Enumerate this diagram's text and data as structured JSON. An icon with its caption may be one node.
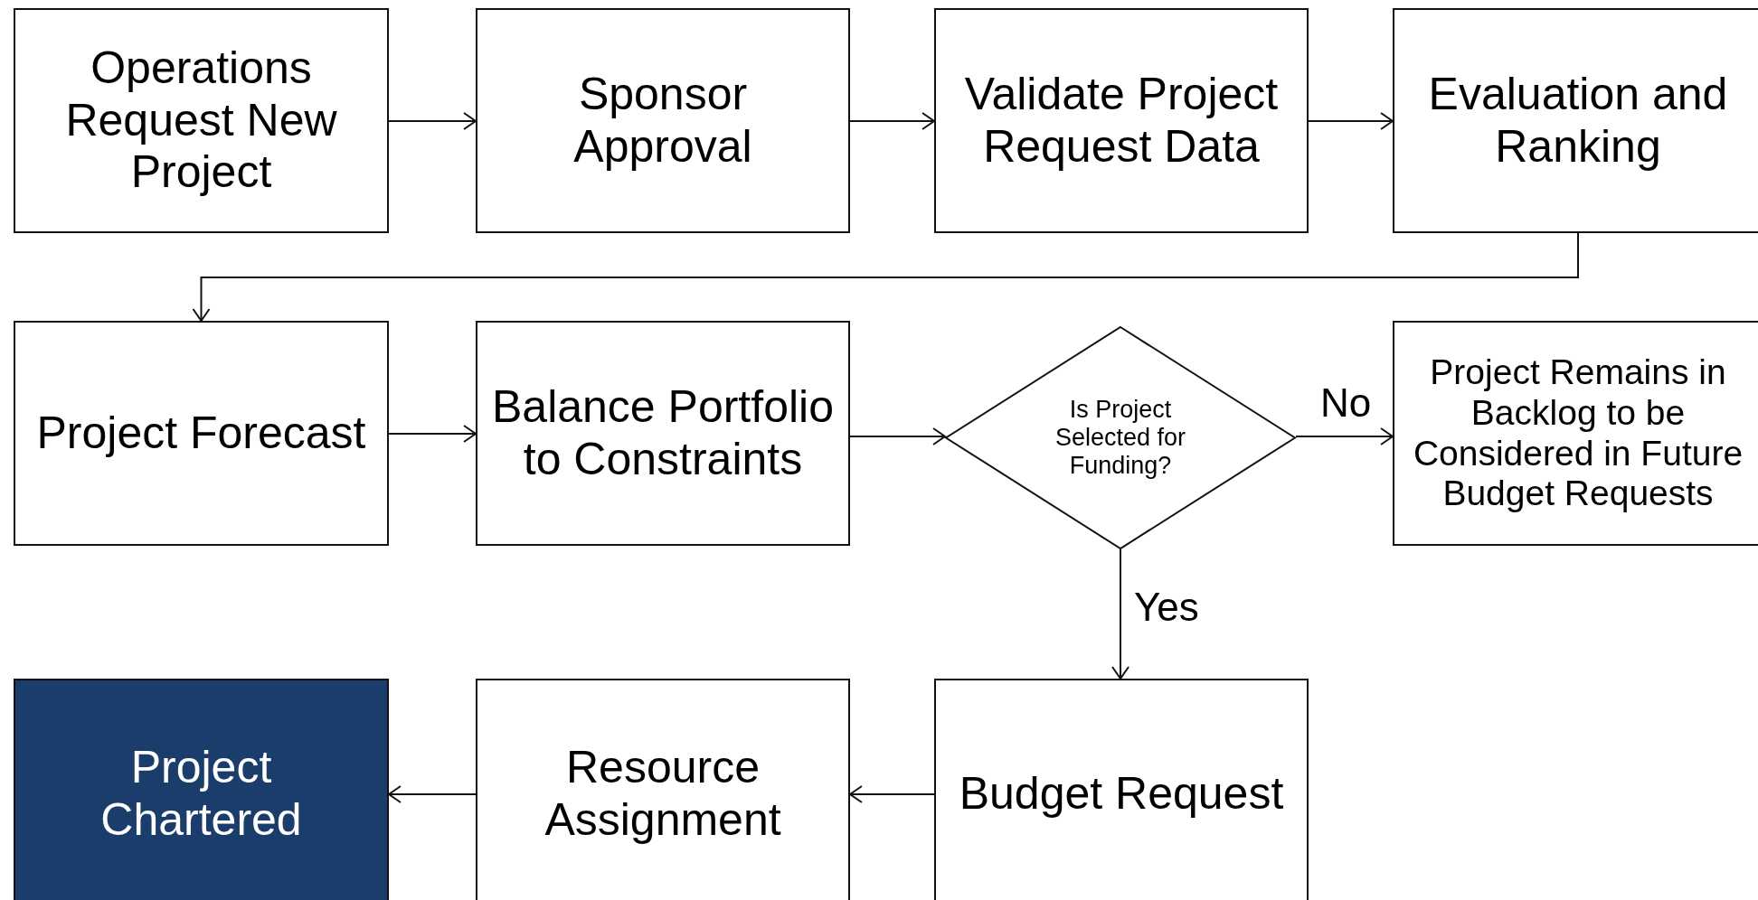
{
  "diagram": {
    "nodes": [
      {
        "text": [
          "Operations Request New Project"
        ]
      },
      {
        "text": [
          "Sponsor Approval"
        ]
      },
      {
        "text": [
          "Validate Project Request Data"
        ]
      },
      {
        "text": [
          "Evaluation and Ranking"
        ]
      },
      {
        "text": [
          "Project Forecast"
        ]
      },
      {
        "text": [
          "Balance Portfolio to Constraints"
        ]
      },
      {
        "text": [
          "Is Project Selected for Funding?"
        ]
      },
      {
        "text": [
          "Project Remains in Backlog to be Considered in Future Budget Requests"
        ]
      },
      {
        "text": [
          "Budget Request"
        ]
      },
      {
        "text": [
          "Resource Assignment"
        ]
      },
      {
        "text": [
          "Project Chartered"
        ]
      }
    ],
    "edges": [
      {
        "from": 0,
        "to": 1,
        "arrow": "to"
      },
      {
        "from": 1,
        "to": 2,
        "arrow": "to"
      },
      {
        "from": 2,
        "to": 3,
        "arrow": "to"
      },
      {
        "from": 3,
        "to": 4,
        "arrow": "to"
      },
      {
        "from": 4,
        "to": 5,
        "arrow": "to"
      },
      {
        "from": 5,
        "to": 6,
        "arrow": "to"
      },
      {
        "from": 6,
        "to": 7,
        "arrow": "to",
        "label": "No"
      },
      {
        "from": 6,
        "to": 8,
        "arrow": "to",
        "label": "Yes"
      },
      {
        "from": 8,
        "to": 9,
        "arrow": "to"
      },
      {
        "from": 9,
        "to": 10,
        "arrow": "to"
      }
    ]
  }
}
